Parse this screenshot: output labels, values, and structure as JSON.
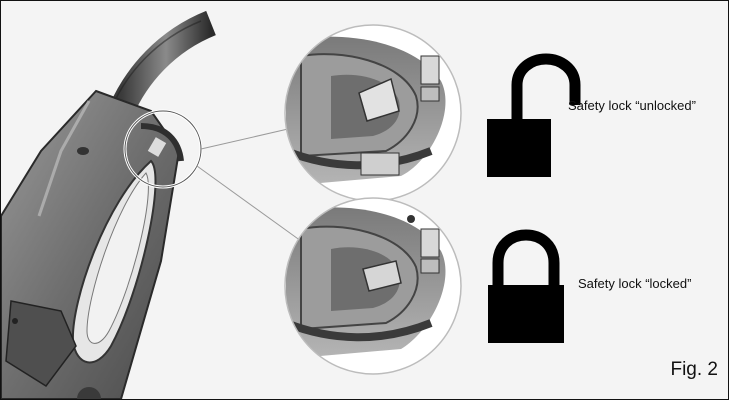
{
  "labels": {
    "unlocked": "Safety lock “unlocked”",
    "locked": "Safety lock “locked”"
  },
  "figure_number": "Fig. 2",
  "icons": {
    "unlocked": "padlock-open-icon",
    "locked": "padlock-closed-icon"
  },
  "colors": {
    "background": "#f4f4f4",
    "border": "#111111",
    "padlock": "#000000"
  }
}
